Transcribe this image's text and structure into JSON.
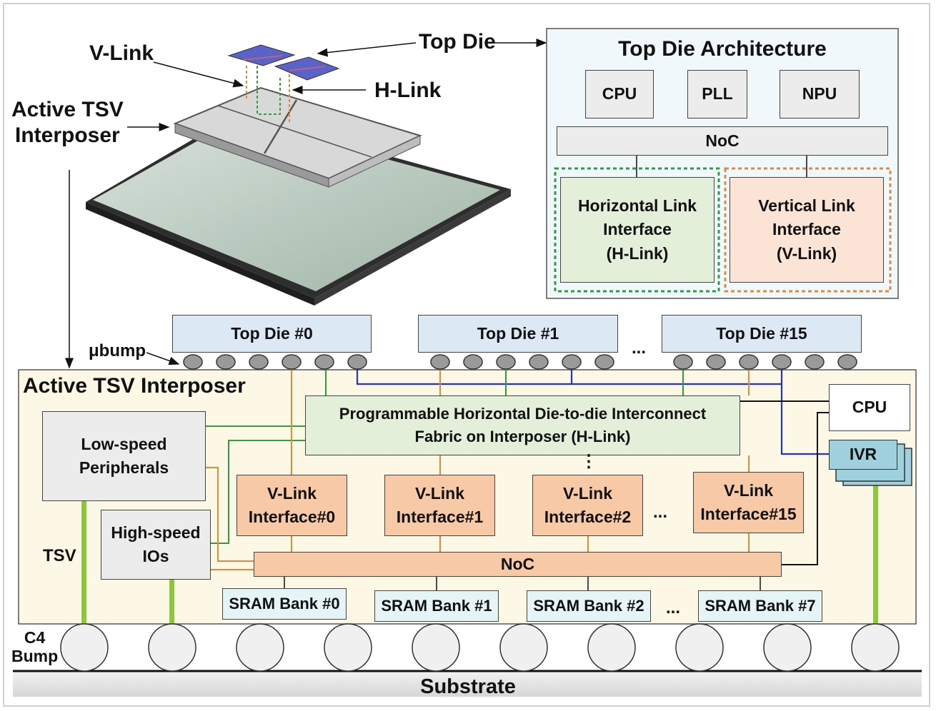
{
  "photo_labels": {
    "v_link": "V-Link",
    "top_die": "Top Die",
    "h_link": "H-Link",
    "active_tsv_interposer": "Active TSV\nInterposer"
  },
  "top_die_architecture": {
    "title": "Top Die Architecture",
    "cpu": "CPU",
    "pll": "PLL",
    "npu": "NPU",
    "noc": "NoC",
    "h_link_interface": "Horizontal Link\nInterface\n(H-Link)",
    "v_link_interface": "Vertical Link\nInterface\n(V-Link)"
  },
  "top_dies": [
    "Top Die #0",
    "Top Die #1",
    "Top Die #15"
  ],
  "ellipsis": "...",
  "ellipsis_vertical": "⋮",
  "ubump_label": "μbump",
  "interposer": {
    "title": "Active TSV Interposer",
    "h_link_fabric": "Programmable Horizontal Die-to-die Interconnect\nFabric on Interposer (H-Link)",
    "cpu": "CPU",
    "ivr": "IVR",
    "low_speed": "Low-speed\nPeripherals",
    "high_speed": "High-speed\nIOs",
    "v_links": [
      "V-Link\nInterface#0",
      "V-Link\nInterface#1",
      "V-Link\nInterface#2",
      "V-Link\nInterface#15"
    ],
    "noc": "NoC",
    "sram_banks": [
      "SRAM Bank #0",
      "SRAM Bank #1",
      "SRAM Bank #2",
      "SRAM Bank #7"
    ],
    "tsv_label": "TSV"
  },
  "c4_bump_label": "C4\nBump",
  "substrate": "Substrate",
  "colors": {
    "h_link_green": "#2e9e3e",
    "v_link_orange": "#e08a3c",
    "blue_wire": "#2233cc",
    "tsv_green": "#8cc63f"
  }
}
